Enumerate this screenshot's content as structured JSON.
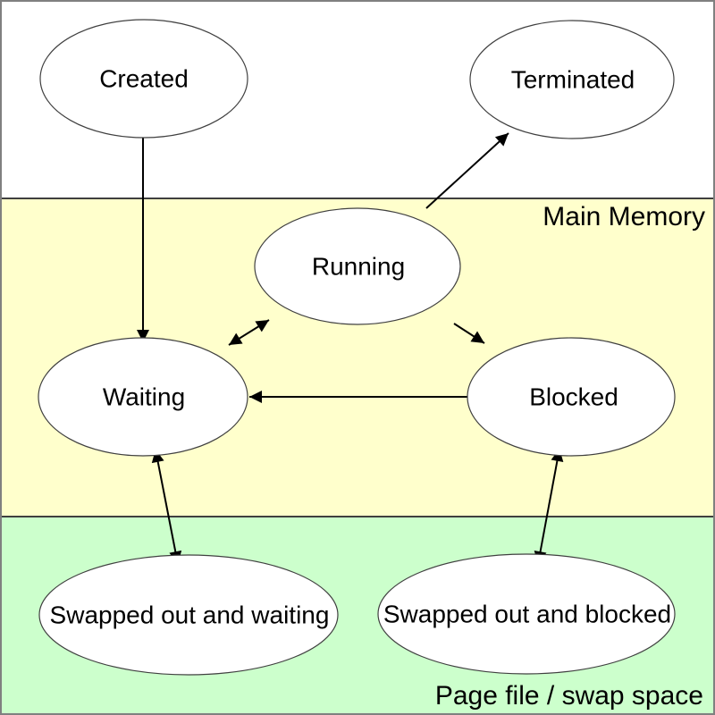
{
  "diagram": {
    "type": "state-diagram",
    "regions": [
      {
        "id": "outside-memory",
        "fill": "#ffffff"
      },
      {
        "id": "main-memory",
        "label": "Main Memory",
        "fill": "#ffffcc"
      },
      {
        "id": "swap-space",
        "label": "Page file / swap space",
        "fill": "#ccffcc"
      }
    ],
    "nodes": [
      {
        "id": "created",
        "label": "Created",
        "region": "outside-memory"
      },
      {
        "id": "terminated",
        "label": "Terminated",
        "region": "outside-memory"
      },
      {
        "id": "running",
        "label": "Running",
        "region": "main-memory"
      },
      {
        "id": "waiting",
        "label": "Waiting",
        "region": "main-memory"
      },
      {
        "id": "blocked",
        "label": "Blocked",
        "region": "main-memory"
      },
      {
        "id": "swapped-out-and-waiting",
        "label": "Swapped out and waiting",
        "region": "swap-space"
      },
      {
        "id": "swapped-out-and-blocked",
        "label": "Swapped out and blocked",
        "region": "swap-space"
      }
    ],
    "edges": [
      {
        "from": "created",
        "to": "waiting",
        "style": "single-arrow"
      },
      {
        "from": "running",
        "to": "terminated",
        "style": "single-arrow"
      },
      {
        "from": "running",
        "to": "waiting",
        "style": "double-arrow"
      },
      {
        "from": "running",
        "to": "blocked",
        "style": "single-arrow"
      },
      {
        "from": "blocked",
        "to": "waiting",
        "style": "single-arrow"
      },
      {
        "from": "waiting",
        "to": "swapped-out-and-waiting",
        "style": "double-arrow"
      },
      {
        "from": "blocked",
        "to": "swapped-out-and-blocked",
        "style": "double-arrow"
      }
    ],
    "colors": {
      "outside_memory_bg": "#ffffff",
      "main_memory_bg": "#ffffcc",
      "swap_space_bg": "#ccffcc",
      "node_fill": "#ffffff",
      "node_stroke": "#404040",
      "arrow": "#000000",
      "separator": "#3f3f3f",
      "border": "#808080",
      "text": "#000000"
    }
  }
}
